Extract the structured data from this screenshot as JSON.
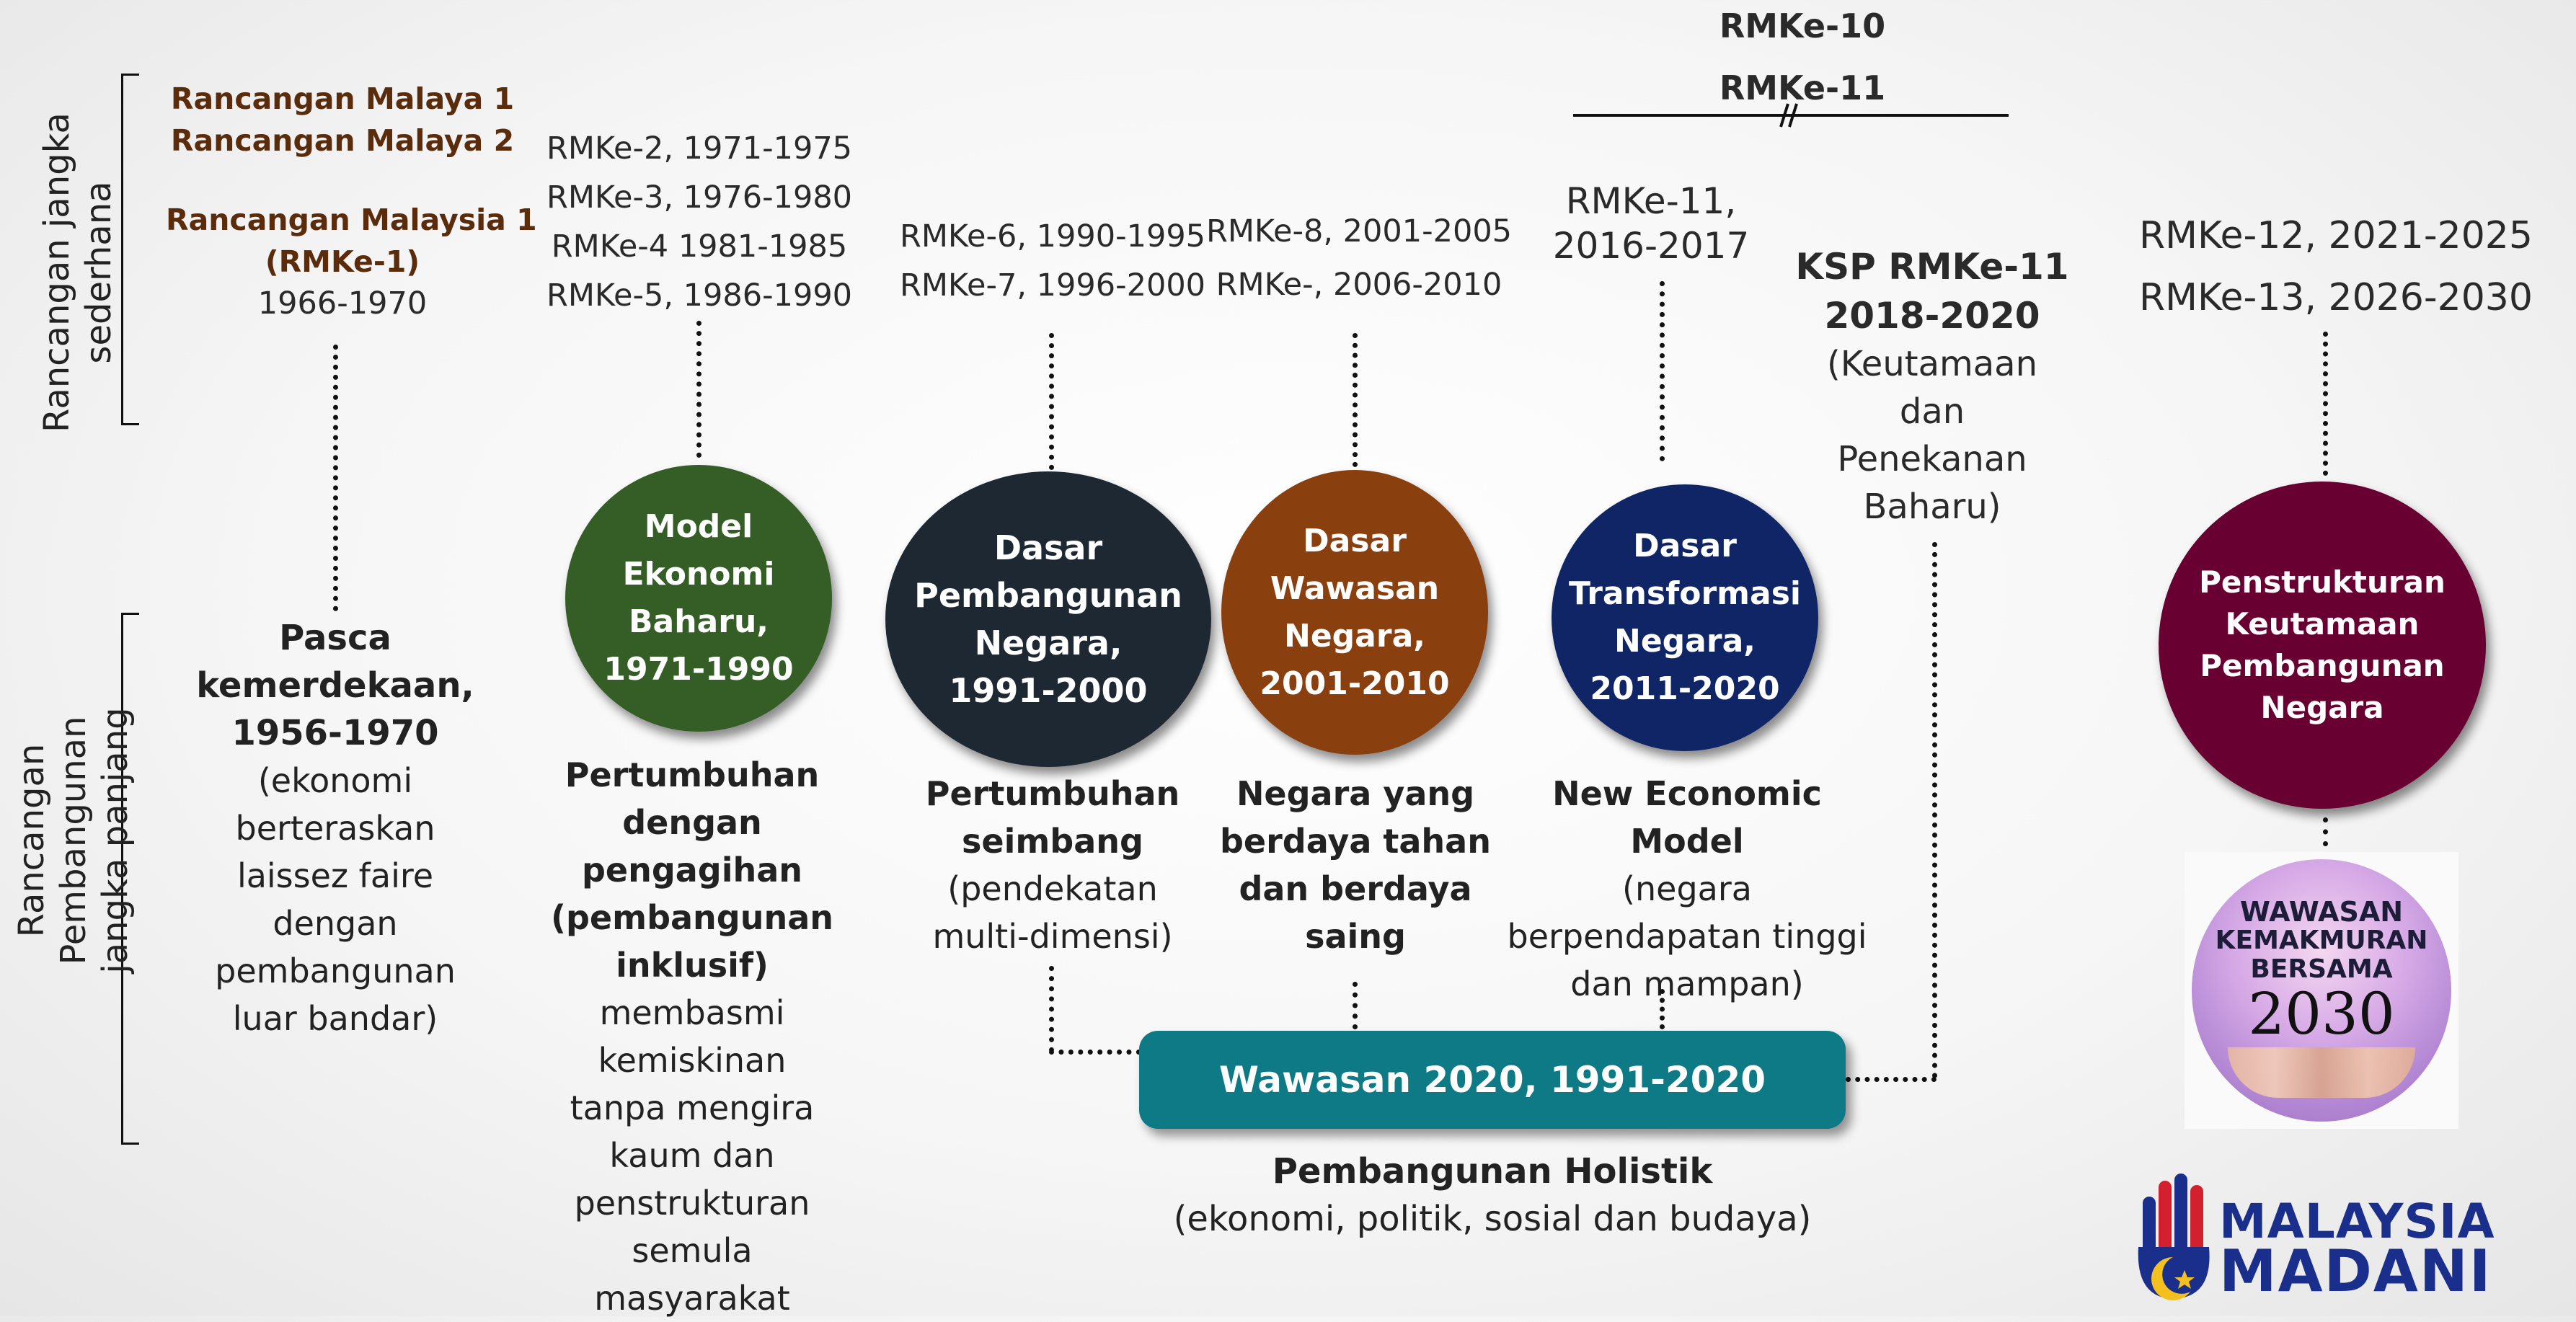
{
  "side_labels": {
    "medium_term": [
      "Rancangan jangka",
      "sederhana"
    ],
    "long_term": [
      "Rancangan Pembangunan",
      "jangka panjang"
    ]
  },
  "col1": {
    "plans_brown": [
      "Rancangan Malaya 1",
      "Rancangan Malaya 2",
      "Rancangan Malaysia 1",
      "(RMKe-1)"
    ],
    "plan_year": "1966-1970",
    "title": [
      "Pasca",
      "kemerdekaan,",
      "1956-1970"
    ],
    "desc": [
      "(ekonomi",
      "berteraskan",
      "laissez faire",
      "dengan",
      "pembangunan",
      "luar bandar)"
    ]
  },
  "col2": {
    "plans": [
      "RMKe-2, 1971-1975",
      "RMKe-3, 1976-1980",
      "RMKe-4 1981-1985",
      "RMKe-5, 1986-1990"
    ],
    "circle": [
      "Model",
      "Ekonomi",
      "Baharu,",
      "1971-1990"
    ],
    "desc_bold": [
      "Pertumbuhan",
      "dengan",
      "pengagihan",
      "(pembangunan",
      "inklusif)"
    ],
    "desc": [
      "membasmi",
      "kemiskinan",
      "tanpa mengira",
      "kaum dan",
      "penstrukturan",
      "semula",
      "masyarakat"
    ]
  },
  "col3": {
    "plans": [
      "RMKe-6, 1990-1995",
      "RMKe-7, 1996-2000"
    ],
    "circle": [
      "Dasar",
      "Pembangunan",
      "Negara,",
      "1991-2000"
    ],
    "desc_bold": [
      "Pertumbuhan",
      "seimbang"
    ],
    "desc": [
      "(pendekatan",
      "multi-dimensi)"
    ]
  },
  "col4": {
    "plans": [
      "RMKe-8, 2001-2005",
      "RMKe-, 2006-2010"
    ],
    "circle": [
      "Dasar",
      "Wawasan",
      "Negara,",
      "2001-2010"
    ],
    "desc_bold": [
      "Negara yang",
      "berdaya tahan",
      "dan berdaya",
      "saing"
    ]
  },
  "col5": {
    "top_labels": [
      "RMKe-10",
      "RMKe-11"
    ],
    "plans": [
      "RMKe-11,",
      "2016-2017"
    ],
    "circle": [
      "Dasar",
      "Transformasi",
      "Negara,",
      "2011-2020"
    ],
    "desc_bold": [
      "New Economic Model"
    ],
    "desc": [
      "(negara",
      "berpendapatan tinggi",
      "dan mampan)"
    ]
  },
  "col6": {
    "plans": [
      "KSP RMKe-11",
      "2018-2020",
      "(Keutamaan",
      "dan",
      "Penekanan",
      "Baharu)"
    ]
  },
  "col7": {
    "plans": [
      "RMKe-12, 2021-2025",
      "RMKe-13, 2026-2030"
    ],
    "circle": [
      "Penstrukturan",
      "Keutamaan",
      "Pembangunan",
      "Negara"
    ],
    "badge": [
      "WAWASAN",
      "KEMAKMURAN",
      "BERSAMA",
      "2030"
    ]
  },
  "vision": {
    "bar_label": "Wawasan 2020, 1991-2020",
    "title": "Pembangunan Holistik",
    "subtitle": "(ekonomi, politik, sosial dan budaya)"
  },
  "logo": {
    "line1": "MALAYSIA",
    "line2": "MADANI"
  },
  "colors": {
    "green": "#355e26",
    "navy_dark": "#1e2833",
    "brown": "#8a3f0f",
    "navy": "#102566",
    "maroon": "#680031",
    "teal": "#0d7a85"
  }
}
